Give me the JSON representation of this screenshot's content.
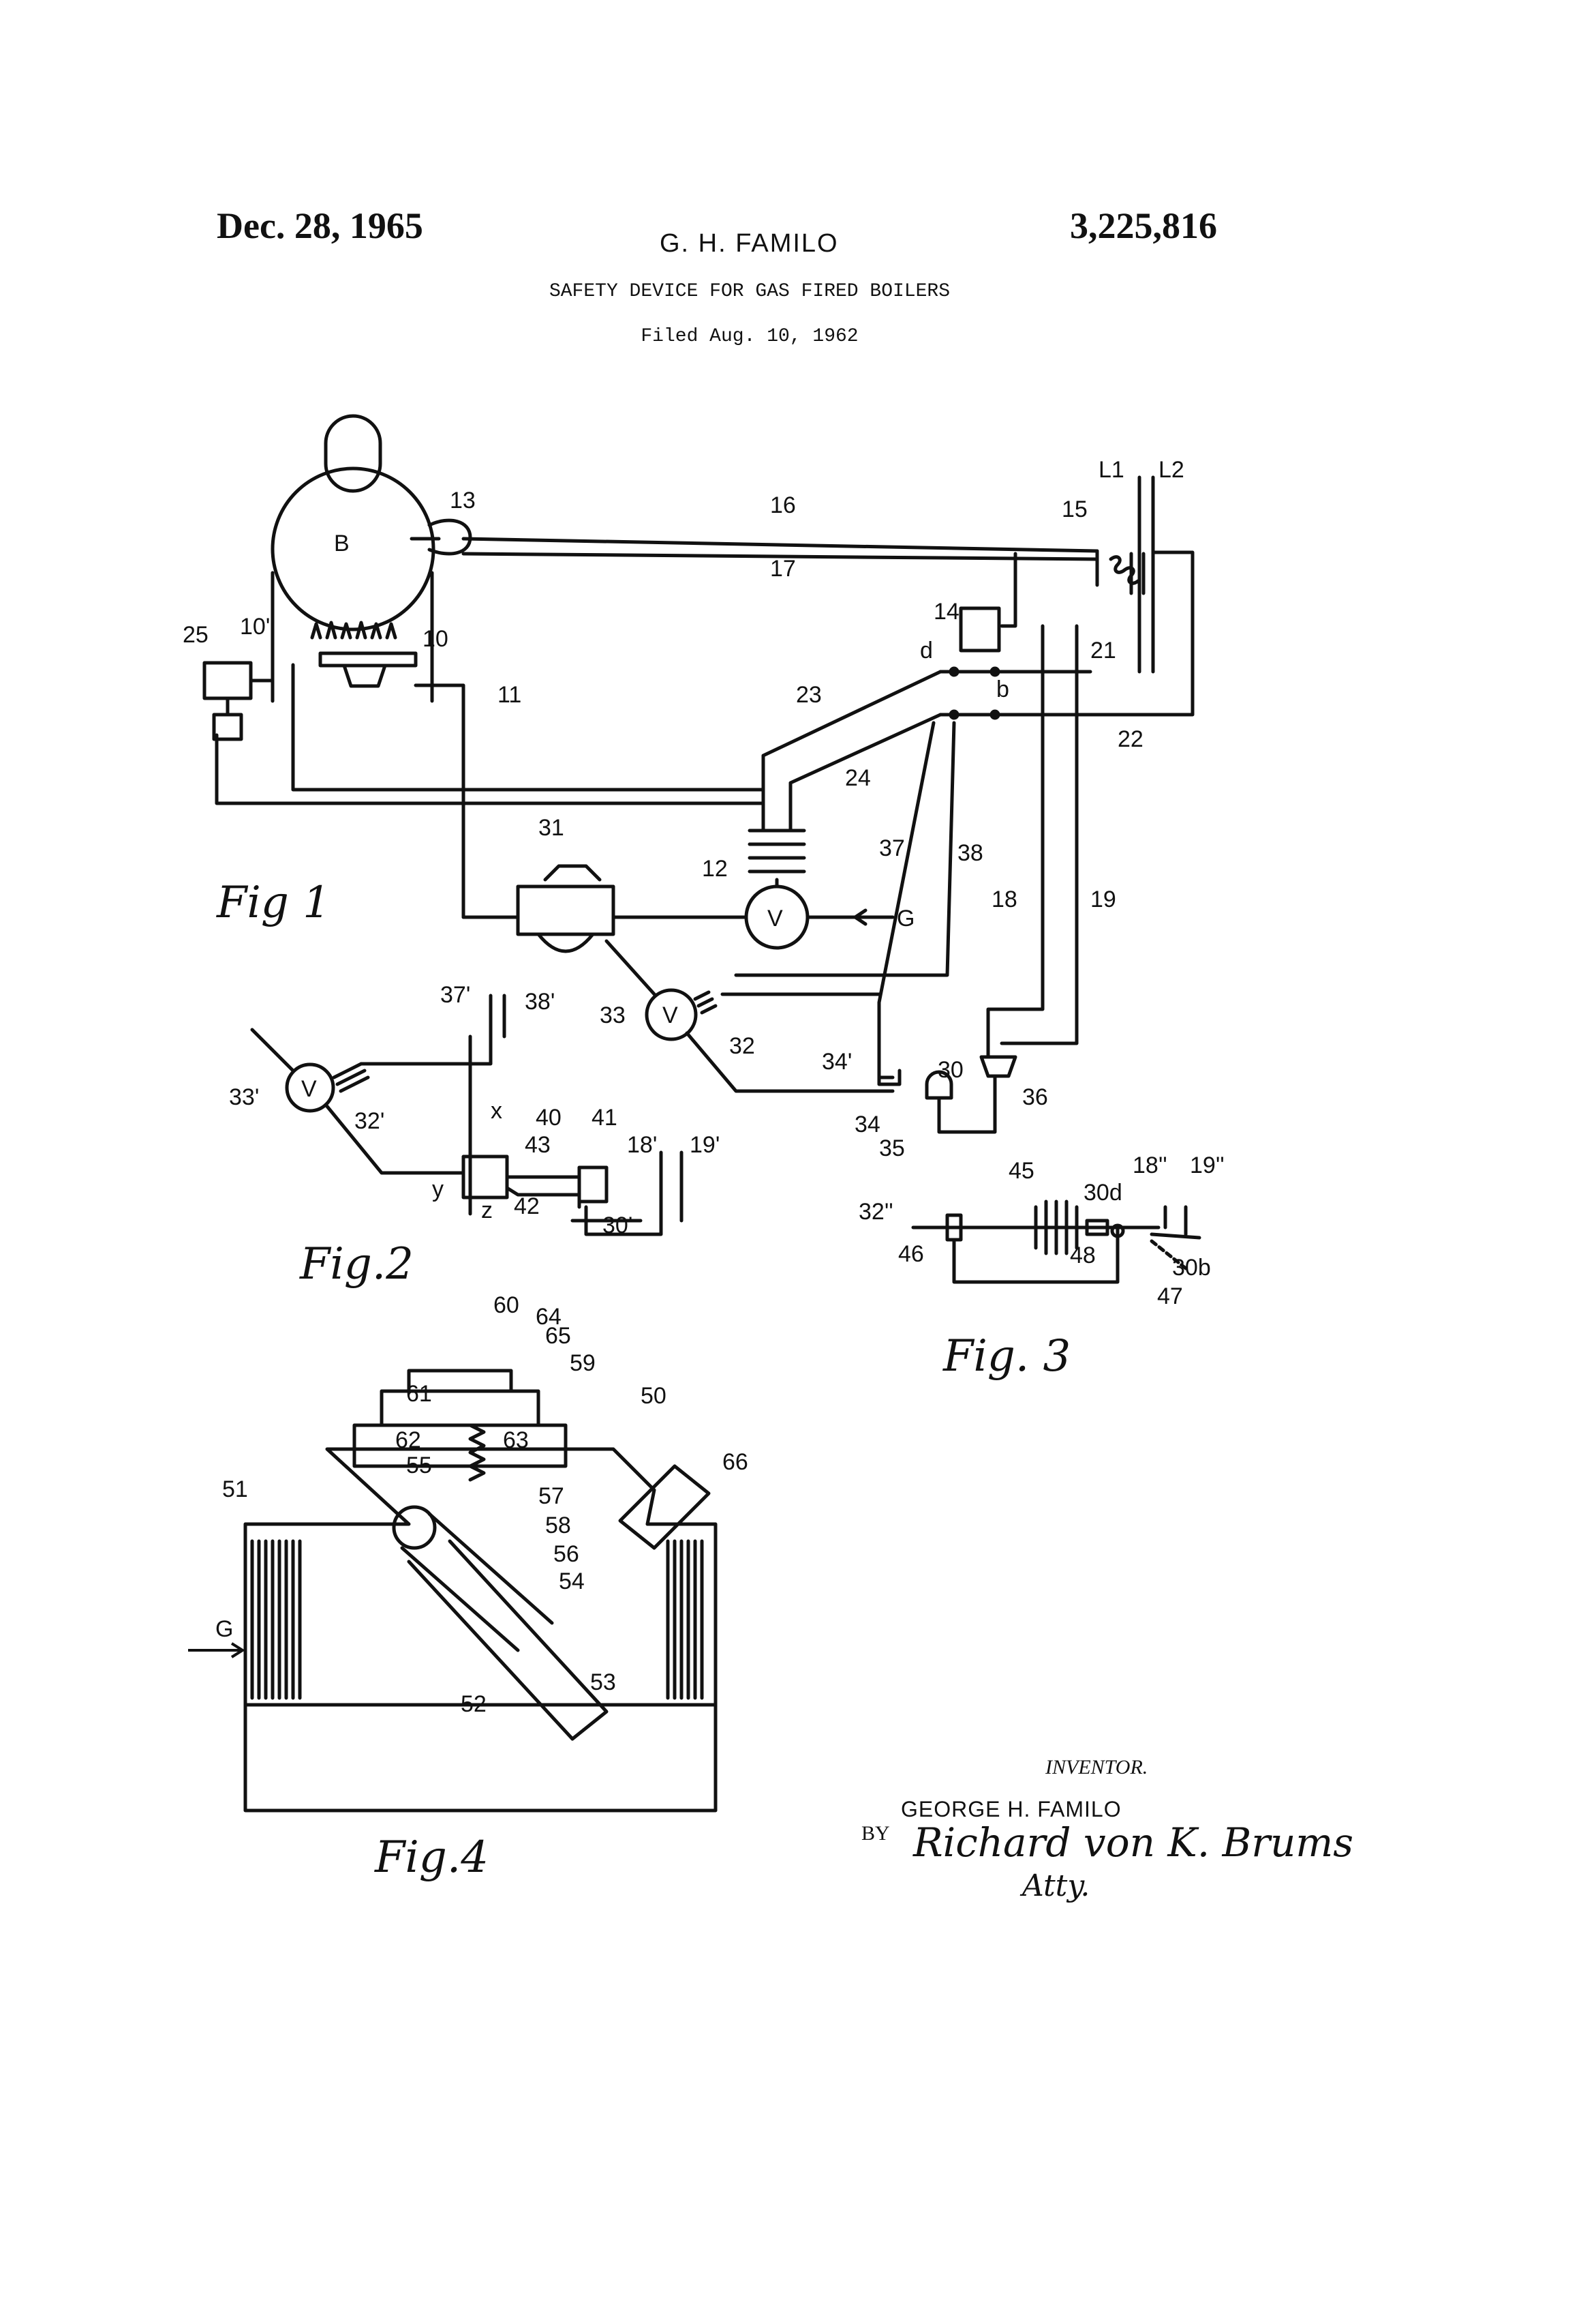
{
  "header": {
    "date": "Dec. 28, 1965",
    "inventor_short": "G. H. FAMILO",
    "patent_number": "3,225,816",
    "title": "SAFETY DEVICE FOR GAS FIRED BOILERS",
    "filed": "Filed Aug. 10, 1962"
  },
  "figures": {
    "fig1": "Fig 1",
    "fig2": "Fig.2",
    "fig3": "Fig. 3",
    "fig4": "Fig.4"
  },
  "labels": {
    "fig1": [
      "B",
      "13",
      "16",
      "17",
      "15",
      "L1",
      "L2",
      "14",
      "21",
      "22",
      "d",
      "b",
      "23",
      "24",
      "25",
      "10'",
      "10",
      "11",
      "31",
      "12",
      "V",
      "G",
      "37",
      "38",
      "18",
      "19",
      "33",
      "V",
      "32",
      "34'",
      "34",
      "35",
      "30",
      "36"
    ],
    "fig2": [
      "37'",
      "38'",
      "33'",
      "V",
      "32'",
      "x",
      "40",
      "41",
      "43",
      "18'",
      "19'",
      "y",
      "z",
      "42",
      "30'"
    ],
    "fig3": [
      "45",
      "32''",
      "18''",
      "19''",
      "30d",
      "46",
      "48",
      "30b",
      "47"
    ],
    "fig4": [
      "60",
      "64",
      "65",
      "59",
      "50",
      "61",
      "62",
      "63",
      "55",
      "57",
      "51",
      "66",
      "58",
      "56",
      "54",
      "G",
      "52",
      "53"
    ]
  },
  "signature": {
    "inventor_heading": "INVENTOR.",
    "inventor_name": "GEORGE H. FAMILO",
    "by": "BY",
    "signature": "Richard von K. Brums",
    "atty": "Atty."
  }
}
